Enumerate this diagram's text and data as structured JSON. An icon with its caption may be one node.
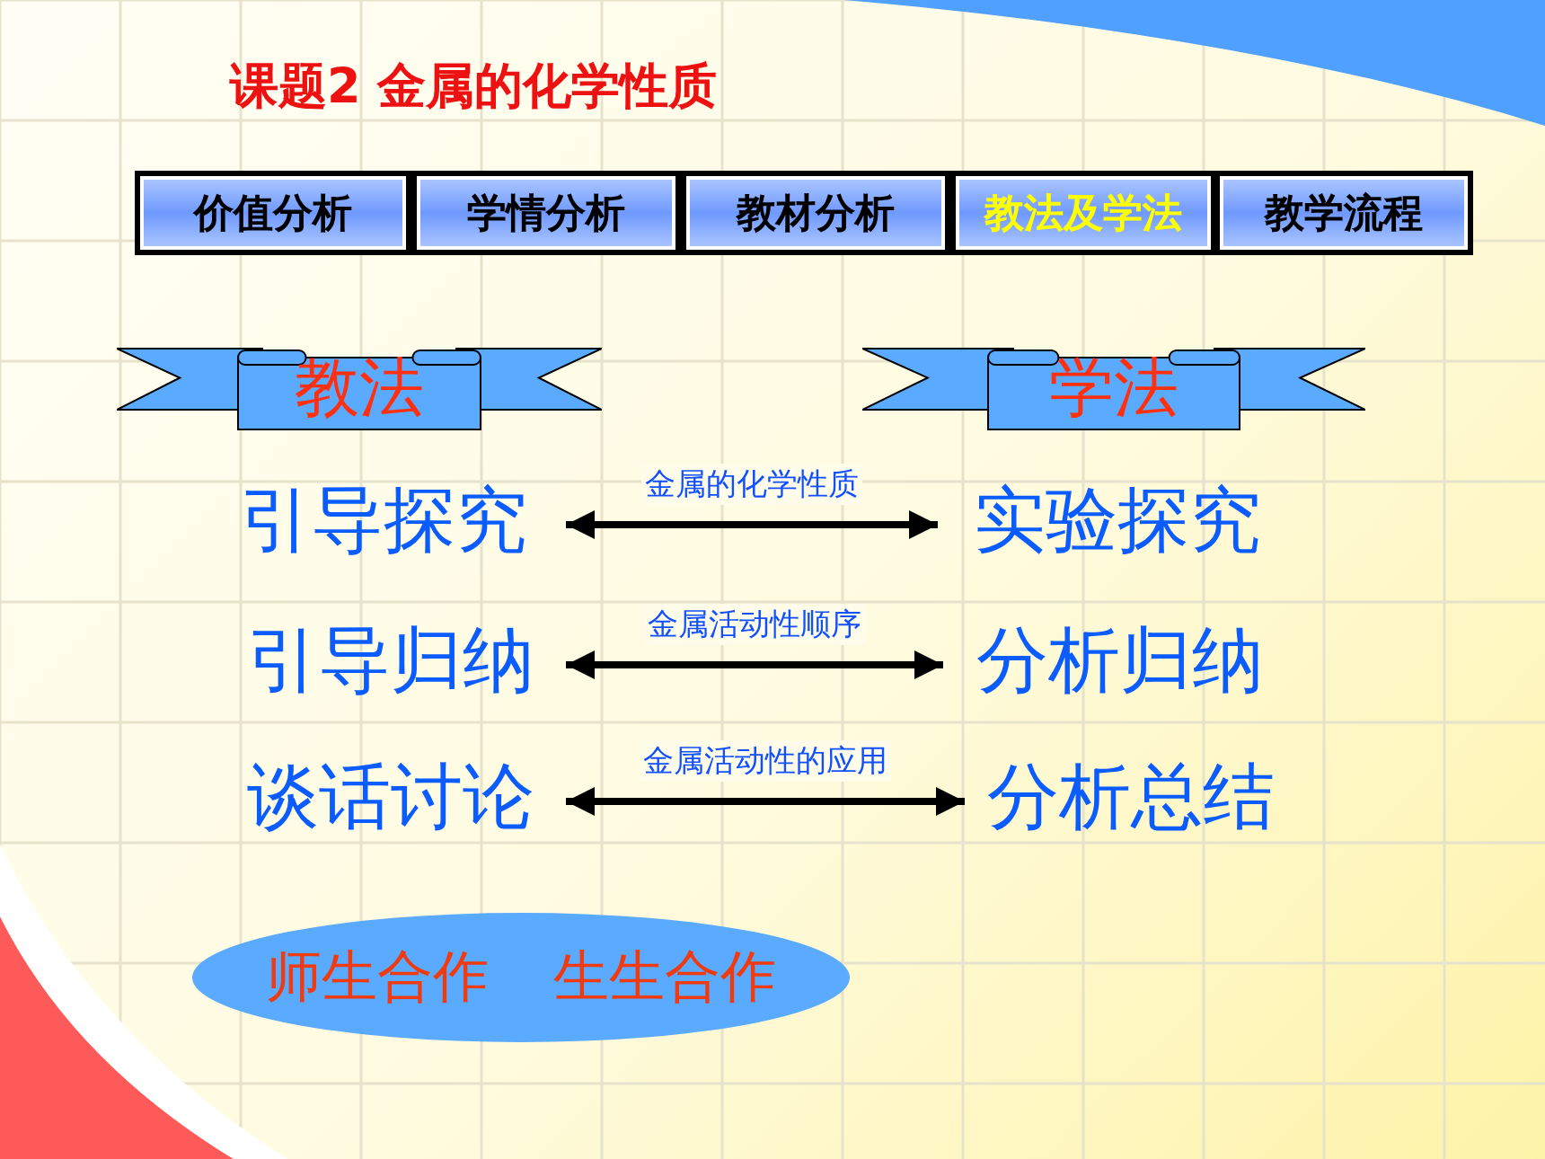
{
  "diagram": {
    "title": "课题2 金属的化学性质",
    "nodes": [
      {
        "text": [
          "价值分析"
        ]
      },
      {
        "text": [
          "学情分析"
        ]
      },
      {
        "text": [
          "教材分析"
        ]
      },
      {
        "text": [
          "教法及学法"
        ]
      },
      {
        "text": [
          "教学流程"
        ]
      },
      {
        "text": [
          "教法"
        ]
      },
      {
        "text": [
          "学法"
        ]
      },
      {
        "text": [
          "引导探究"
        ]
      },
      {
        "text": [
          "引导归纳"
        ]
      },
      {
        "text": [
          "谈话讨论"
        ]
      },
      {
        "text": [
          "实验探究"
        ]
      },
      {
        "text": [
          "分析归纳"
        ]
      },
      {
        "text": [
          "分析总结"
        ]
      },
      {
        "text": [
          "师生合作",
          "生生合作"
        ]
      }
    ],
    "edges": [
      {
        "from": 7,
        "to": 10,
        "arrow": "both",
        "label": "金属的化学性质"
      },
      {
        "from": 8,
        "to": 11,
        "arrow": "both",
        "label": "金属活动性顺序"
      },
      {
        "from": 9,
        "to": 12,
        "arrow": "both",
        "label": "金属活动性的应用"
      }
    ]
  }
}
